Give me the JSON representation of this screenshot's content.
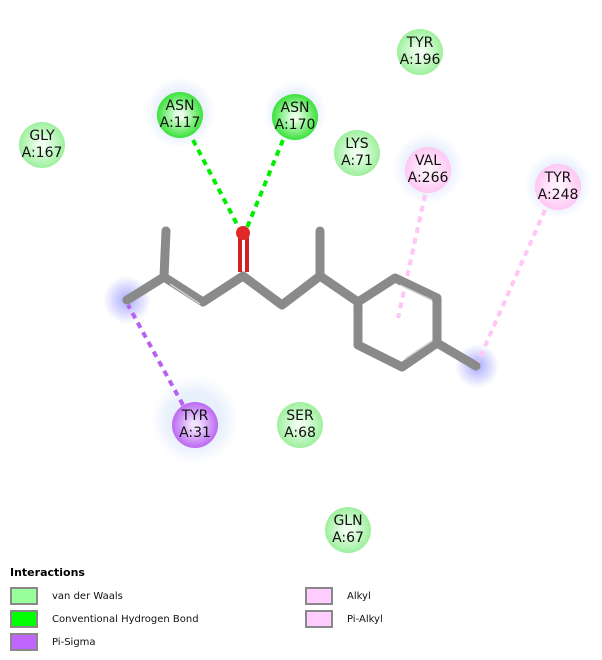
{
  "residues": [
    {
      "name": "GLY",
      "id": "A:167",
      "type": "vdw"
    },
    {
      "name": "ASN",
      "id": "A:117",
      "type": "hbond"
    },
    {
      "name": "ASN",
      "id": "A:170",
      "type": "hbond"
    },
    {
      "name": "TYR",
      "id": "A:196",
      "type": "vdw"
    },
    {
      "name": "LYS",
      "id": "A:71",
      "type": "vdw"
    },
    {
      "name": "VAL",
      "id": "A:266",
      "type": "alkyl"
    },
    {
      "name": "TYR",
      "id": "A:248",
      "type": "pialkyl"
    },
    {
      "name": "TYR",
      "id": "A:31",
      "type": "pisigma"
    },
    {
      "name": "SER",
      "id": "A:68",
      "type": "vdw"
    },
    {
      "name": "GLN",
      "id": "A:67",
      "type": "vdw"
    }
  ],
  "legend": {
    "title": "Interactions",
    "items": [
      {
        "label": "van der Waals",
        "color": "#99ff99"
      },
      {
        "label": "Conventional Hydrogen Bond",
        "color": "#00ff00"
      },
      {
        "label": "Pi-Sigma",
        "color": "#c066ff"
      },
      {
        "label": "Alkyl",
        "color": "#ffccff"
      },
      {
        "label": "Pi-Alkyl",
        "color": "#ffccff"
      }
    ]
  },
  "colors": {
    "vdw": "#9ef09e",
    "hbond": "#22e022",
    "pisigma": "#b860f0",
    "alkyl": "#ffccf5",
    "pialkyl": "#ffccf5",
    "bond": "#8a8a8a",
    "oxygen": "#e02020"
  }
}
